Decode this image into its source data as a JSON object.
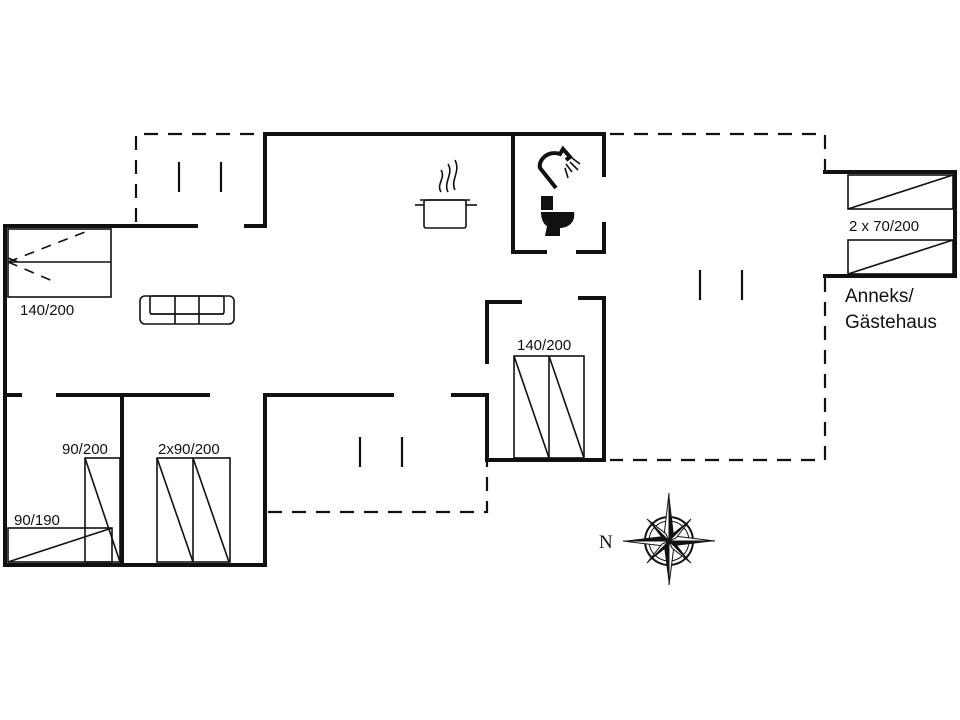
{
  "labels": {
    "bed_living": "140/200",
    "bed_center": "140/200",
    "bed_single_a": "90/200",
    "bed_double_single": "2x90/200",
    "bed_small": "90/190",
    "annex_beds": "2 x 70/200",
    "annex_line1": "Anneks/",
    "annex_line2": "Gästehaus"
  },
  "compass": {
    "north": "N"
  },
  "icons": [
    "cooking-pot-icon",
    "shower-icon",
    "toilet-icon",
    "sofa-icon",
    "compass-rose-icon"
  ],
  "colors": {
    "ink": "#111111",
    "background": "#ffffff"
  }
}
